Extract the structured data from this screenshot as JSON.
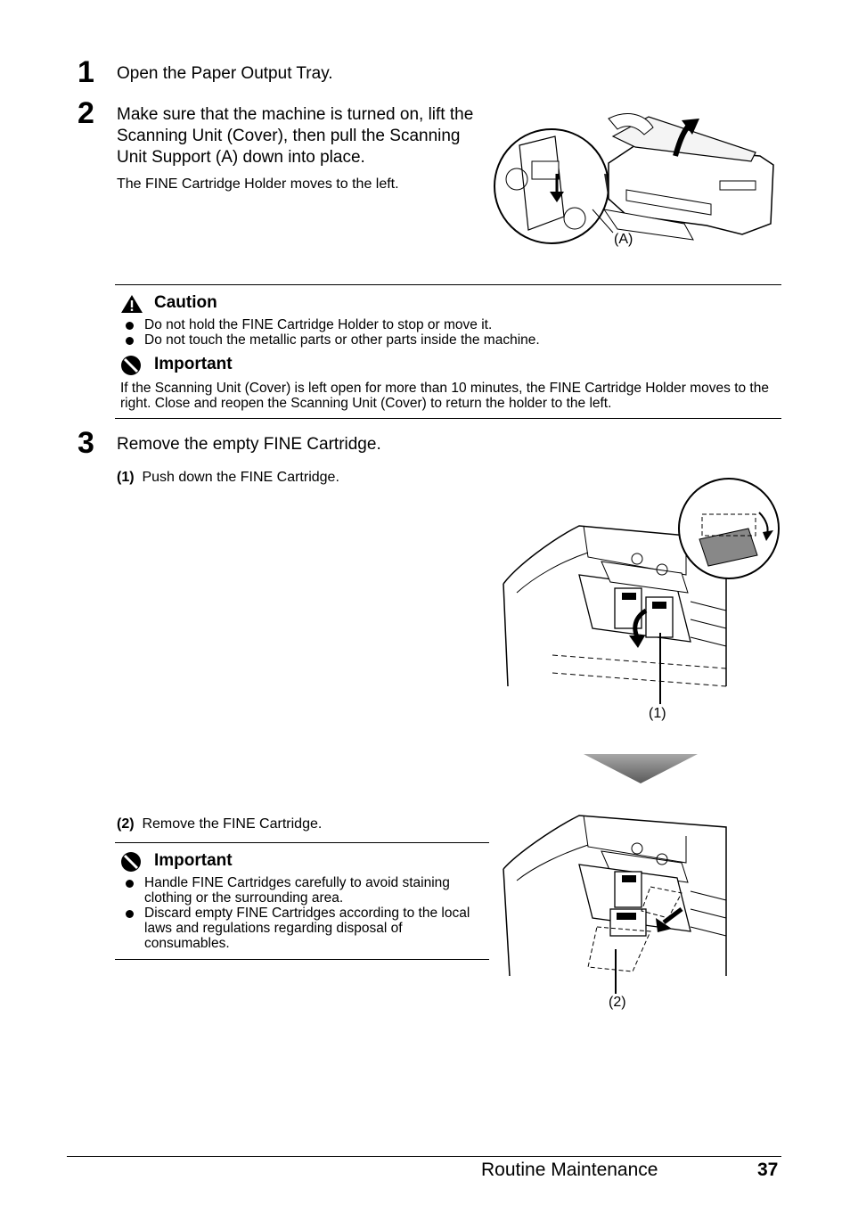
{
  "steps": [
    {
      "number": "1",
      "text": "Open the Paper Output Tray."
    },
    {
      "number": "2",
      "text": "Make sure that the machine is turned on, lift the Scanning Unit (Cover), then pull the Scanning Unit Support (A) down into place.",
      "note": "The FINE Cartridge Holder moves to the left.",
      "figure_label": "(A)"
    },
    {
      "number": "3",
      "text": "Remove the empty FINE Cartridge."
    }
  ],
  "caution": {
    "title": "Caution",
    "items": [
      "Do not hold the FINE Cartridge Holder to stop or move it.",
      "Do not touch the metallic parts or other parts inside the machine."
    ]
  },
  "important1": {
    "title": "Important",
    "text": "If the Scanning Unit (Cover) is left open for more than 10 minutes, the FINE Cartridge Holder moves to the right. Close and reopen the Scanning Unit (Cover) to return the holder to the left."
  },
  "substeps": [
    {
      "number": "(1)",
      "text": "Push down the FINE Cartridge.",
      "figure_label": "(1)"
    },
    {
      "number": "(2)",
      "text": "Remove the FINE Cartridge.",
      "figure_label": "(2)"
    }
  ],
  "important2": {
    "title": "Important",
    "items": [
      "Handle FINE Cartridges carefully to avoid staining clothing or the surrounding area.",
      "Discard empty FINE Cartridges according to the local laws and regulations regarding disposal of consumables."
    ]
  },
  "footer": {
    "section": "Routine Maintenance",
    "page": "37"
  }
}
